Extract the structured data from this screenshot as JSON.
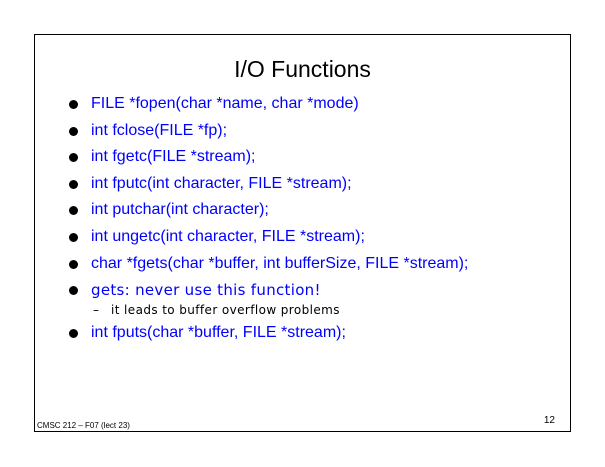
{
  "slide": {
    "title": "I/O Functions",
    "bullets": [
      "FILE *fopen(char *name, char *mode)",
      "int fclose(FILE *fp);",
      "int fgetc(FILE *stream);",
      "int fputc(int character, FILE *stream);",
      "int putchar(int character);",
      "int ungetc(int character, FILE *stream);",
      "char *fgets(char *buffer, int bufferSize, FILE *stream);",
      "gets: never use this function!",
      "int fputs(char *buffer, FILE *stream);"
    ],
    "sub_bullet": {
      "dash": "–",
      "text": "it leads to buffer overflow problems"
    },
    "footer_left": "CMSC 212 – F07 (lect 23)",
    "page_number": "12"
  },
  "colors": {
    "text_accent": "#0000ff",
    "text_main": "#000000"
  }
}
